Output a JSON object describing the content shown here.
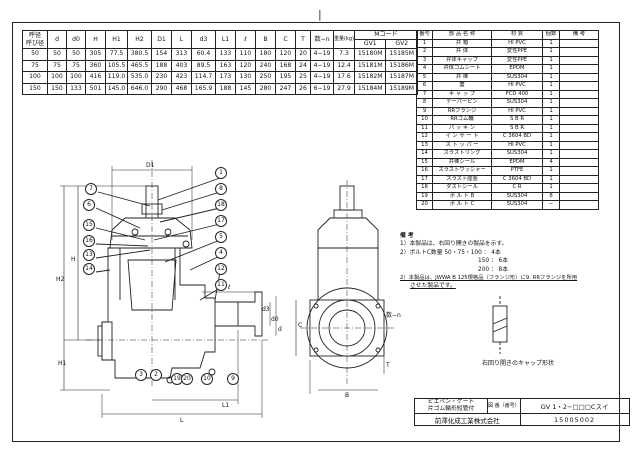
{
  "page_mark": "|",
  "dimension_table": {
    "header": {
      "size_top": "呼径",
      "size_bottom": "呼び径",
      "cols": [
        "d",
        "d0",
        "H",
        "H1",
        "H2",
        "D1",
        "L",
        "d3",
        "L1",
        "ℓ",
        "B",
        "C",
        "T",
        "数−n"
      ],
      "weight": "重量(kg)",
      "mcode": "Mコード",
      "gv1": "GV1",
      "gv2": "GV2"
    },
    "rows": [
      {
        "size": "50",
        "vals": [
          "50",
          "50",
          "305",
          "77.5",
          "380.5",
          "154",
          "313",
          "60.4",
          "133",
          "110",
          "180",
          "120",
          "20",
          "4−19"
        ],
        "weight": "7.3",
        "gv1": "15180M",
        "gv2": "15185M"
      },
      {
        "size": "75",
        "vals": [
          "75",
          "75",
          "360",
          "105.5",
          "465.5",
          "188",
          "403",
          "89.5",
          "163",
          "120",
          "240",
          "168",
          "24",
          "4−19"
        ],
        "weight": "12.4",
        "gv1": "15181M",
        "gv2": "15186M"
      },
      {
        "size": "100",
        "vals": [
          "100",
          "100",
          "416",
          "119.0",
          "535.0",
          "230",
          "423",
          "114.7",
          "173",
          "130",
          "250",
          "195",
          "25",
          "4−19"
        ],
        "weight": "17.6",
        "gv1": "15182M",
        "gv2": "15187M"
      },
      {
        "size": "150",
        "vals": [
          "150",
          "133",
          "501",
          "145.0",
          "646.0",
          "290",
          "468",
          "165.9",
          "188",
          "145",
          "280",
          "247",
          "26",
          "6−19"
        ],
        "weight": "27.9",
        "gv1": "15184M",
        "gv2": "15189M"
      }
    ]
  },
  "parts_table": {
    "header": [
      "番号",
      "部 品 名 称",
      "材 質",
      "個数",
      "備 考"
    ],
    "rows": [
      [
        "1",
        "弁 箱",
        "HI PVC",
        "1",
        ""
      ],
      [
        "2",
        "弁 体",
        "変性PPE",
        "1",
        ""
      ],
      [
        "3",
        "弁体キャップ",
        "変性PPE",
        "1",
        ""
      ],
      [
        "4",
        "弁体ゴムシート",
        "EPDM",
        "1",
        ""
      ],
      [
        "5",
        "弁 棒",
        "SUS304",
        "1",
        ""
      ],
      [
        "6",
        "蓋",
        "HI PVC",
        "1",
        ""
      ],
      [
        "7",
        "キ ャ ッ プ",
        "FCD 400",
        "1",
        ""
      ],
      [
        "8",
        "テーパーピン",
        "SUS304",
        "1",
        ""
      ],
      [
        "9",
        "RRフランジ",
        "HI PVC",
        "1",
        ""
      ],
      [
        "10",
        "RRゴム輪",
        "S B R",
        "1",
        ""
      ],
      [
        "11",
        "パ ッ キ ン",
        "S B R",
        "1",
        ""
      ],
      [
        "12",
        "イ ン サ ー ト",
        "C 3604 BD",
        "1",
        ""
      ],
      [
        "13",
        "ス ト ッ パ ー",
        "HI PVC",
        "1",
        ""
      ],
      [
        "14",
        "スラストリング",
        "SUS304",
        "1",
        ""
      ],
      [
        "15",
        "弁棒シール",
        "EPDM",
        "4",
        ""
      ],
      [
        "16",
        "スラストワッシャー",
        "PTFE",
        "1",
        ""
      ],
      [
        "17",
        "スラスト座金",
        "C 3604 BD",
        "1",
        ""
      ],
      [
        "18",
        "ダストシール",
        "C R",
        "1",
        ""
      ],
      [
        "19",
        "ボ ル ト B",
        "SUS304",
        "8",
        ""
      ],
      [
        "20",
        "ボ ル ト C",
        "SUS304",
        "−",
        ""
      ]
    ]
  },
  "notes": {
    "title": "備 考",
    "lines": [
      "1）本製品は、右回り開きの製品を示す。",
      "2）ボルトC数量 50・75・100 ： 4本",
      "150 ： 6本",
      "200 ： 8本",
      "2）本製品は、JWWA B 125規格品（フランジ形）に9. RRフランジを所用",
      "させた製品です。"
    ]
  },
  "cap_caption": "右回り開きのキャップ形状",
  "drawing_labels": {
    "d1": "D1",
    "h": "H",
    "h2": "H2",
    "h1": "H1",
    "l": "L",
    "l1": "L1",
    "ell": "ℓ",
    "b": "B",
    "c": "C",
    "d3": "d3",
    "d0": "d0",
    "d": "d",
    "t": "T",
    "n": "数−n",
    "callouts": [
      "7",
      "6",
      "15",
      "16",
      "13",
      "14",
      "1",
      "8",
      "18",
      "17",
      "5",
      "4",
      "12",
      "11",
      "3",
      "2",
      "19",
      "20",
      "10",
      "9"
    ]
  },
  "title_block": {
    "name_line1": "ピエベン・ゲート",
    "name_line2": "片ゴム輪形短管付",
    "drawing_no_label": "図 番（番号）",
    "drawing_no": "GV 1・2−□□□Cスイ",
    "company": "前澤化成工業株式会社",
    "code": "15005002"
  }
}
